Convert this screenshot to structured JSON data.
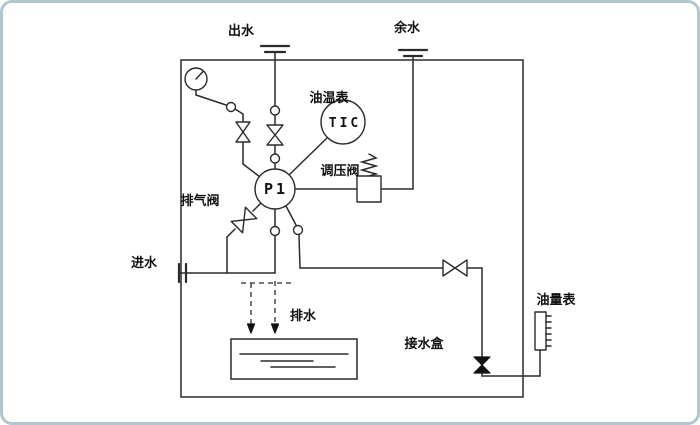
{
  "diagram": {
    "labels": {
      "outlet": "出水",
      "surplus": "余水",
      "oil_temp": "油温表",
      "tic": "TIC",
      "regulator": "调压阀",
      "pump": "P1",
      "exhaust": "排气阀",
      "inlet": "进水",
      "drain": "排水",
      "water_box": "接水盒",
      "oil_gauge": "油量表"
    },
    "colors": {
      "line": "#2b2b2b",
      "background": "#ffffff",
      "card_border": "#b3c6ce",
      "valve_fill": "#111111"
    }
  }
}
